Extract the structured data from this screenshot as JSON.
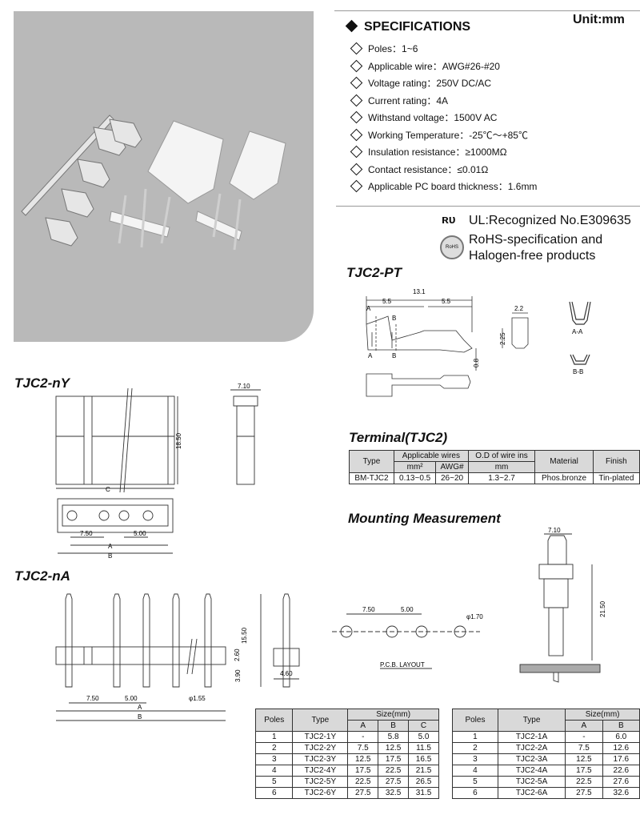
{
  "unit": "Unit:mm",
  "specifications": {
    "title": "SPECIFICATIONS",
    "items": [
      "Poles：1~6",
      "Applicable wire：AWG#26-#20",
      "Voltage rating：250V DC/AC",
      "Current rating：4A",
      "Withstand voltage：1500V AC",
      "Working Temperature：-25℃～+85℃",
      "Insulation resistance：≥1000MΩ",
      "Contact resistance：≤0.01Ω",
      "Applicable PC board thickness：1.6mm"
    ]
  },
  "certifications": {
    "ul_logo": "ʀᴜ",
    "ul": "UL:Recognized No.E309635",
    "rohs_badge": "RoHS",
    "rohs_line1": "RoHS-specification and",
    "rohs_line2": "Halogen-free products"
  },
  "sections": {
    "pt": "TJC2-PT",
    "ny": "TJC2-nY",
    "na": "TJC2-nA",
    "terminal": "Terminal(TJC2)",
    "mounting": "Mounting Measurement"
  },
  "pt_dims": {
    "d1": "13.1",
    "d2": "5.5",
    "d3": "5.5",
    "d4": "2.2",
    "d5": "2.25",
    "d6": "0.8",
    "aa": "A-A",
    "bb": "B-B",
    "a": "A",
    "b": "B"
  },
  "ny_dims": {
    "h": "18.50",
    "w": "7.10",
    "c": "C",
    "p1": "7.50",
    "p2": "5.00",
    "a": "A",
    "b": "B"
  },
  "na_dims": {
    "h1": "15.50",
    "h2": "2.60",
    "h3": "3.90",
    "w": "4.60",
    "p1": "7.50",
    "p2": "5.00",
    "pin": "φ1.55",
    "a": "A",
    "b": "B"
  },
  "pcb": {
    "p1": "7.50",
    "p2": "5.00",
    "hole": "φ1.70",
    "label": "P.C.B. LAYOUT"
  },
  "mount": {
    "w": "7.10",
    "h": "21.50"
  },
  "terminal_table": {
    "h_type": "Type",
    "h_wires": "Applicable wires",
    "h_od": "O.D of wire ins",
    "h_material": "Material",
    "h_finish": "Finish",
    "h_mm2": "mm²",
    "h_awg": "AWG#",
    "h_mm": "mm",
    "row": [
      "BM-TJC2",
      "0.13~0.5",
      "26~20",
      "1.3~2.7",
      "Phos.bronze",
      "Tin-plated"
    ]
  },
  "y_table": {
    "h_poles": "Poles",
    "h_type": "Type",
    "h_size": "Size(mm)",
    "cols": [
      "A",
      "B",
      "C"
    ],
    "rows": [
      [
        "1",
        "TJC2-1Y",
        "-",
        "5.8",
        "5.0"
      ],
      [
        "2",
        "TJC2-2Y",
        "7.5",
        "12.5",
        "11.5"
      ],
      [
        "3",
        "TJC2-3Y",
        "12.5",
        "17.5",
        "16.5"
      ],
      [
        "4",
        "TJC2-4Y",
        "17.5",
        "22.5",
        "21.5"
      ],
      [
        "5",
        "TJC2-5Y",
        "22.5",
        "27.5",
        "26.5"
      ],
      [
        "6",
        "TJC2-6Y",
        "27.5",
        "32.5",
        "31.5"
      ]
    ]
  },
  "a_table": {
    "h_poles": "Poles",
    "h_type": "Type",
    "h_size": "Size(mm)",
    "cols": [
      "A",
      "B"
    ],
    "rows": [
      [
        "1",
        "TJC2-1A",
        "-",
        "6.0"
      ],
      [
        "2",
        "TJC2-2A",
        "7.5",
        "12.6"
      ],
      [
        "3",
        "TJC2-3A",
        "12.5",
        "17.6"
      ],
      [
        "4",
        "TJC2-4A",
        "17.5",
        "22.6"
      ],
      [
        "5",
        "TJC2-5A",
        "22.5",
        "27.6"
      ],
      [
        "6",
        "TJC2-6A",
        "27.5",
        "32.6"
      ]
    ]
  }
}
